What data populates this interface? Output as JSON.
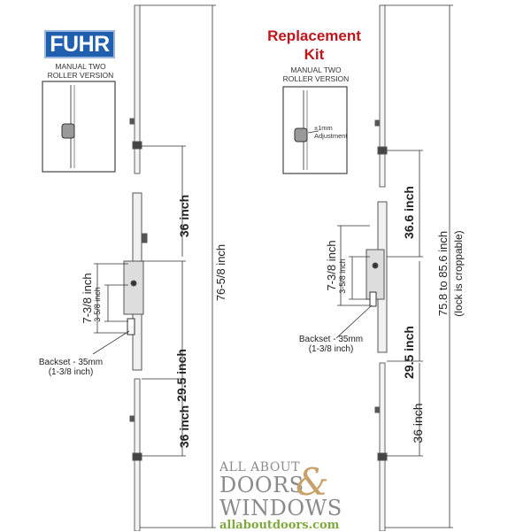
{
  "left": {
    "logo": "FUHR",
    "version": [
      "MANUAL TWO",
      "ROLLER VERSION"
    ],
    "dimensions": {
      "top_36": "36 inch",
      "overall": "76-5/8 inch",
      "seven_3_8": "7-3/8 inch",
      "three_5_8": "3-5/8 inch",
      "middle_29_5": "29.5 inch",
      "bottom_36": "36 inch"
    },
    "backset": [
      "Backset - 35mm",
      "(1-3/8 inch)"
    ]
  },
  "right": {
    "title": [
      "Replacement",
      "Kit"
    ],
    "version": [
      "MANUAL TWO",
      "ROLLER VERSION"
    ],
    "adjust": [
      "±1mm",
      "Adjustment"
    ],
    "dimensions": {
      "top": "36.6 inch",
      "overall": "75.8 to 85.6 inch",
      "overall_note": "(lock is croppable)",
      "seven_3_8": "7-3/8 inch",
      "three_5_8": "3-5/8 inch",
      "middle_29_5": "29.5 inch",
      "bottom_36": "36 inch"
    },
    "backset": [
      "Backset - 35mm",
      "(1-3/8 inch)"
    ]
  },
  "brand": {
    "line1": "ALL ABOUT",
    "line2a": "DOORS",
    "amp": "&",
    "line3": "WINDOWS",
    "url": "allaboutdoors.com"
  },
  "colors": {
    "fuhr_blue": "#1f5fae",
    "title_red": "#c0161b",
    "brand_gray": "#8a8a8a",
    "brand_gold": "#c8a06a",
    "brand_green": "#7fa83e"
  }
}
